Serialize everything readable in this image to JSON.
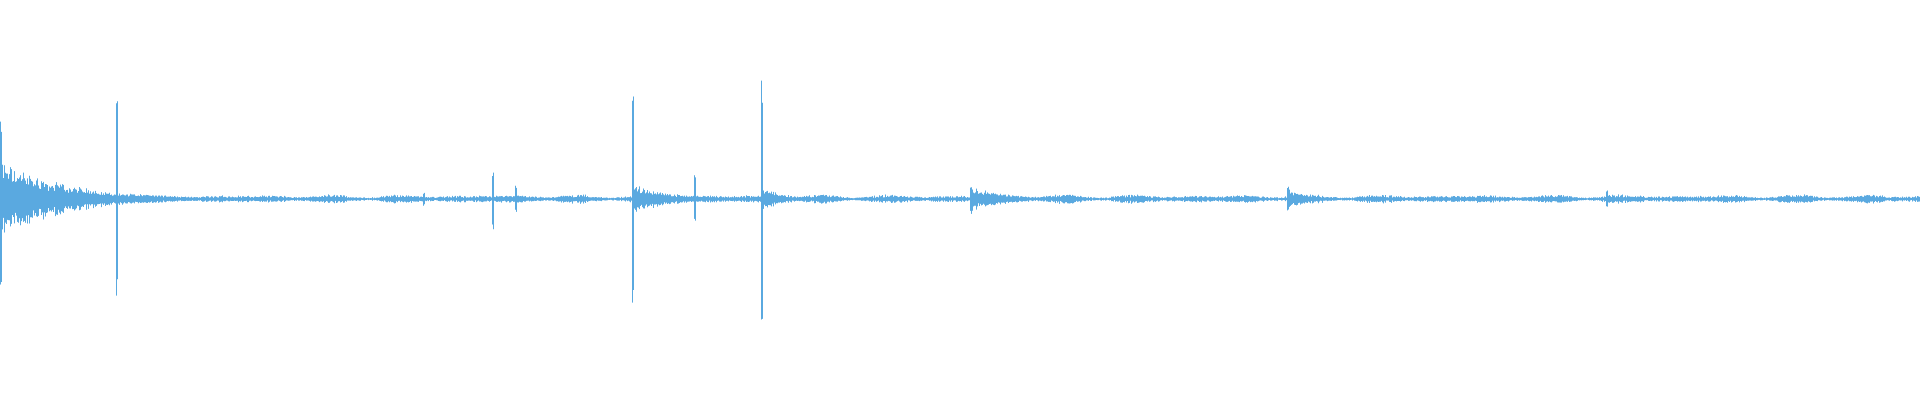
{
  "waveform": {
    "color": "#5aa9e0",
    "background": "#ffffff",
    "baseline_amplitude": 0.018,
    "events": [
      {
        "t": 0.0,
        "peak": 0.62,
        "decay": 0.035,
        "body": 0.3
      },
      {
        "t": 0.06,
        "peak": 0.76,
        "decay": 0.004,
        "body": 0.06
      },
      {
        "t": 0.22,
        "peak": 0.05,
        "decay": 0.004,
        "body": 0.03
      },
      {
        "t": 0.256,
        "peak": 0.22,
        "decay": 0.003,
        "body": 0.03
      },
      {
        "t": 0.268,
        "peak": 0.1,
        "decay": 0.006,
        "body": 0.05
      },
      {
        "t": 0.329,
        "peak": 0.86,
        "decay": 0.02,
        "body": 0.12
      },
      {
        "t": 0.361,
        "peak": 0.18,
        "decay": 0.003,
        "body": 0.03
      },
      {
        "t": 0.396,
        "peak": 0.91,
        "decay": 0.012,
        "body": 0.1
      },
      {
        "t": 0.505,
        "peak": 0.11,
        "decay": 0.02,
        "body": 0.1
      },
      {
        "t": 0.67,
        "peak": 0.1,
        "decay": 0.012,
        "body": 0.08
      },
      {
        "t": 0.836,
        "peak": 0.07,
        "decay": 0.01,
        "body": 0.05
      }
    ]
  }
}
